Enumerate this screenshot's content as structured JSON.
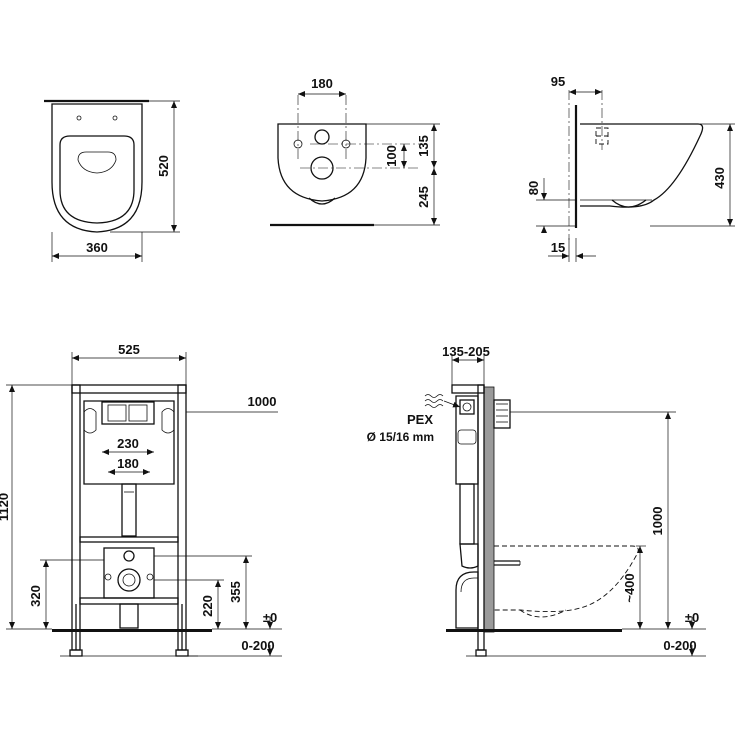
{
  "views": {
    "top_view": {
      "width": "360",
      "depth": "520"
    },
    "front_view": {
      "fixing_spacing": "180",
      "fixing_height": "135",
      "outlet_offset": "100",
      "outlet_height": "245"
    },
    "side_view": {
      "wall_offset": "95",
      "height": "430",
      "outlet_height": "80",
      "gap": "15"
    },
    "frame_front": {
      "frame_width": "525",
      "frame_height": "1120",
      "connection_height": "1000",
      "plate_width": "230",
      "plate_spacing": "180",
      "support_height": "320",
      "outlet_height": "355",
      "drain_height": "220",
      "floor_level": "±0",
      "floor_adjust": "0-200"
    },
    "frame_side": {
      "depth_range": "135-205",
      "pipe_label": "PEX",
      "pipe_diameter": "Ø 15/16 mm",
      "connection_height": "1000",
      "seat_height": "~400",
      "floor_level": "±0",
      "floor_adjust": "0-200"
    }
  }
}
